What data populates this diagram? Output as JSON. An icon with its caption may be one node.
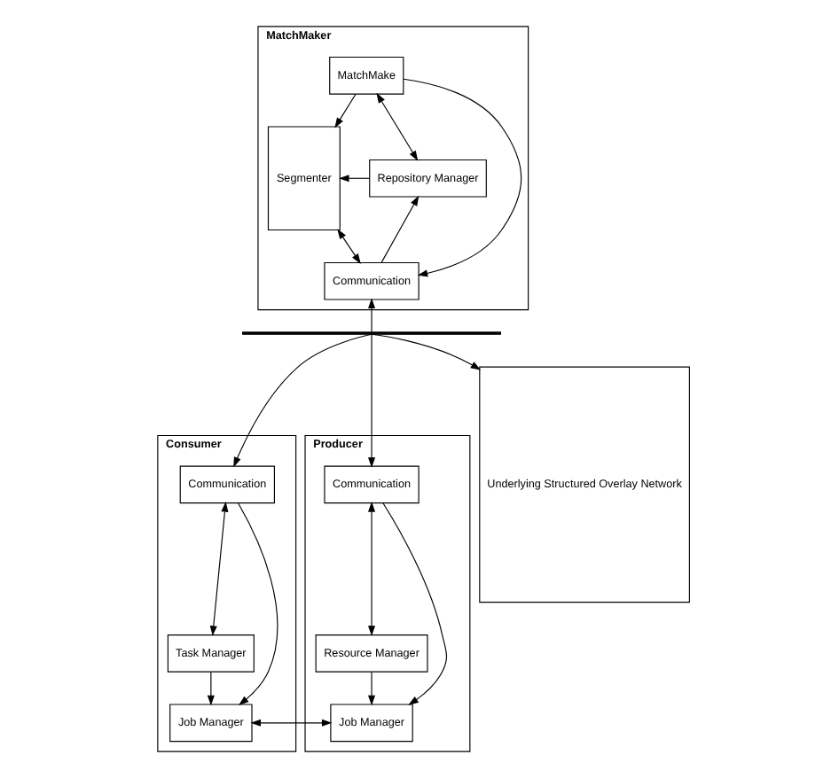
{
  "diagram": {
    "nodes": [
      {
        "text": [
          "MatchMaker"
        ]
      },
      {
        "text": [
          "MatchMake"
        ],
        "in": 0
      },
      {
        "text": [
          "Segmenter"
        ],
        "in": 0
      },
      {
        "text": [
          "Repository Manager"
        ],
        "in": 0
      },
      {
        "text": [
          "Communication"
        ],
        "in": 0
      },
      {
        "text": [
          "Consumer"
        ]
      },
      {
        "text": [
          "Communication"
        ],
        "in": 5
      },
      {
        "text": [
          "Task Manager"
        ],
        "in": 5
      },
      {
        "text": [
          "Job Manager"
        ],
        "in": 5
      },
      {
        "text": [
          "Producer"
        ]
      },
      {
        "text": [
          "Communication"
        ],
        "in": 9
      },
      {
        "text": [
          "Resource Manager"
        ],
        "in": 9
      },
      {
        "text": [
          "Job Manager"
        ],
        "in": 9
      },
      {
        "text": [
          "Underlying Structured Overlay Network"
        ]
      },
      {
        "text": [],
        "shape": "bar"
      }
    ],
    "edges": [
      {
        "from": 1,
        "to": 2,
        "arrow": "to"
      },
      {
        "from": 1,
        "to": 3,
        "arrow": "both"
      },
      {
        "from": 3,
        "to": 2,
        "arrow": "to"
      },
      {
        "from": 2,
        "to": 4,
        "arrow": "both"
      },
      {
        "from": 4,
        "to": 3,
        "arrow": "to"
      },
      {
        "from": 1,
        "to": 4,
        "arrow": "to"
      },
      {
        "from": 14,
        "to": 4,
        "arrow": "to"
      },
      {
        "from": 14,
        "to": 6,
        "arrow": "to"
      },
      {
        "from": 14,
        "to": 10,
        "arrow": "to"
      },
      {
        "from": 14,
        "to": 13,
        "arrow": "to"
      },
      {
        "from": 6,
        "to": 7,
        "arrow": "both"
      },
      {
        "from": 7,
        "to": 8,
        "arrow": "to"
      },
      {
        "from": 6,
        "to": 8,
        "arrow": "to"
      },
      {
        "from": 8,
        "to": 12,
        "arrow": "both"
      },
      {
        "from": 10,
        "to": 11,
        "arrow": "both"
      },
      {
        "from": 11,
        "to": 12,
        "arrow": "to"
      },
      {
        "from": 10,
        "to": 12,
        "arrow": "to"
      }
    ]
  }
}
